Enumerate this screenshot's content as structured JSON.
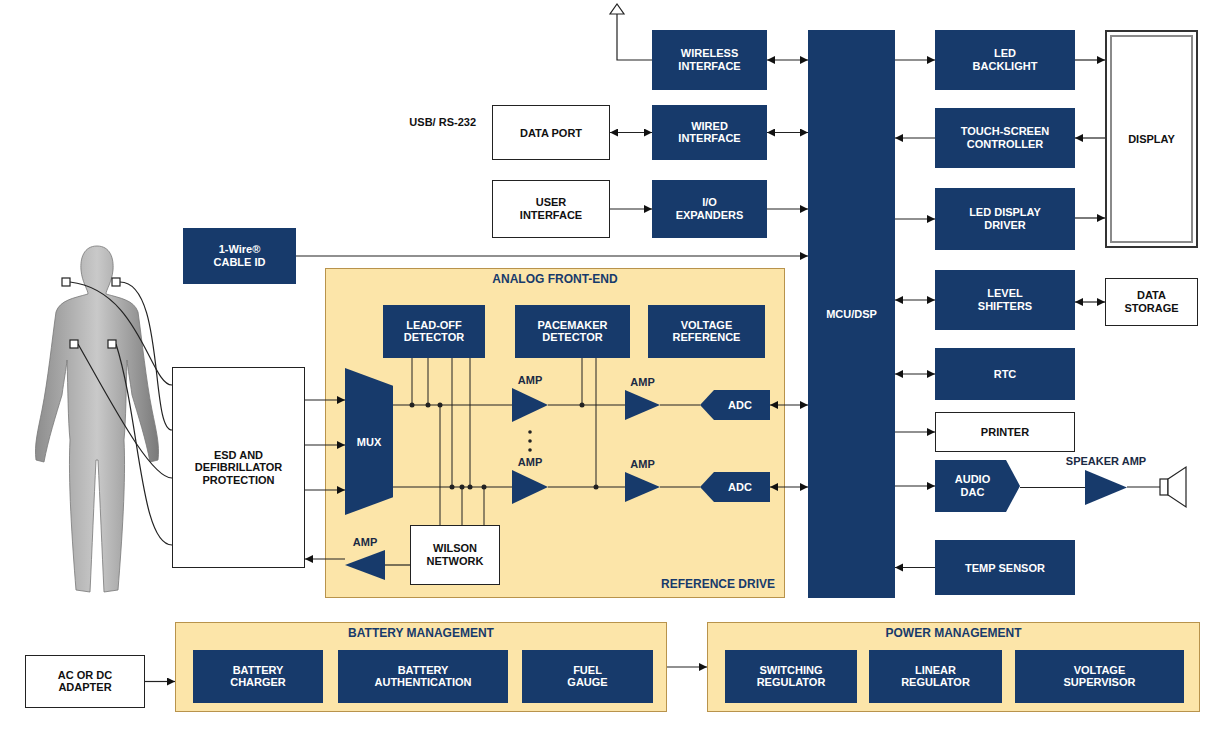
{
  "diagram": {
    "nodes": [
      {
        "text": [
          "WIRELESS INTERFACE"
        ]
      },
      {
        "text": [
          "DATA PORT"
        ]
      },
      {
        "text": [
          "WIRED INTERFACE"
        ]
      },
      {
        "text": [
          "USER INTERFACE"
        ]
      },
      {
        "text": [
          "I/O EXPANDERS"
        ]
      },
      {
        "text": [
          "1-Wire® CABLE ID"
        ]
      },
      {
        "text": [
          "MCU/DSP"
        ]
      },
      {
        "text": [
          "LED BACKLIGHT"
        ]
      },
      {
        "text": [
          "TOUCH-SCREEN CONTROLLER"
        ]
      },
      {
        "text": [
          "LED DISPLAY DRIVER"
        ]
      },
      {
        "text": [
          "DISPLAY"
        ]
      },
      {
        "text": [
          "LEVEL SHIFTERS"
        ]
      },
      {
        "text": [
          "DATA STORAGE"
        ]
      },
      {
        "text": [
          "RTC"
        ]
      },
      {
        "text": [
          "PRINTER"
        ]
      },
      {
        "text": [
          "AUDIO DAC"
        ]
      },
      {
        "text": [
          "SPEAKER AMP"
        ]
      },
      {
        "text": [
          "TEMP SENSOR"
        ]
      },
      {
        "text": [
          "ANALOG FRONT-END",
          "REFERENCE DRIVE"
        ]
      },
      {
        "text": [
          "LEAD-OFF DETECTOR"
        ],
        "in": 18
      },
      {
        "text": [
          "PACEMAKER DETECTOR"
        ],
        "in": 18
      },
      {
        "text": [
          "VOLTAGE REFERENCE"
        ],
        "in": 18
      },
      {
        "text": [
          "MUX"
        ],
        "in": 18
      },
      {
        "text": [
          "AMP"
        ],
        "in": 18
      },
      {
        "text": [
          "AMP"
        ],
        "in": 18
      },
      {
        "text": [
          "ADC"
        ],
        "in": 18
      },
      {
        "text": [
          "AMP"
        ],
        "in": 18
      },
      {
        "text": [
          "AMP"
        ],
        "in": 18
      },
      {
        "text": [
          "ADC"
        ],
        "in": 18
      },
      {
        "text": [
          "WILSON NETWORK"
        ],
        "in": 18
      },
      {
        "text": [
          "AMP"
        ],
        "in": 18
      },
      {
        "text": [
          "ESD AND DEFIBRILLATOR PROTECTION"
        ]
      },
      {
        "text": [
          "BATTERY MANAGEMENT"
        ]
      },
      {
        "text": [
          "BATTERY CHARGER"
        ],
        "in": 32
      },
      {
        "text": [
          "BATTERY AUTHENTICATION"
        ],
        "in": 32
      },
      {
        "text": [
          "FUEL GAUGE"
        ],
        "in": 32
      },
      {
        "text": [
          "POWER MANAGEMENT"
        ]
      },
      {
        "text": [
          "SWITCHING REGULATOR"
        ],
        "in": 36
      },
      {
        "text": [
          "LINEAR REGULATOR"
        ],
        "in": 36
      },
      {
        "text": [
          "VOLTAGE SUPERVISOR"
        ],
        "in": 36
      },
      {
        "text": [
          "AC OR DC ADAPTER"
        ]
      }
    ],
    "edges": [
      {
        "from": 1,
        "to": 2,
        "arrow": "both"
      },
      {
        "from": 2,
        "to": 6,
        "arrow": "both"
      },
      {
        "from": 0,
        "to": 6,
        "arrow": "both"
      },
      {
        "from": 3,
        "to": 4,
        "arrow": "to"
      },
      {
        "from": 4,
        "to": 6,
        "arrow": "to"
      },
      {
        "from": 5,
        "to": 6,
        "arrow": "to"
      },
      {
        "from": 6,
        "to": 7,
        "arrow": "to"
      },
      {
        "from": 7,
        "to": 10,
        "arrow": "to"
      },
      {
        "from": 10,
        "to": 8,
        "arrow": "to"
      },
      {
        "from": 8,
        "to": 6,
        "arrow": "to"
      },
      {
        "from": 6,
        "to": 9,
        "arrow": "to"
      },
      {
        "from": 9,
        "to": 10,
        "arrow": "to"
      },
      {
        "from": 6,
        "to": 11,
        "arrow": "both"
      },
      {
        "from": 11,
        "to": 12,
        "arrow": "both"
      },
      {
        "from": 6,
        "to": 13,
        "arrow": "both"
      },
      {
        "from": 6,
        "to": 14,
        "arrow": "to"
      },
      {
        "from": 6,
        "to": 15,
        "arrow": "to"
      },
      {
        "from": 15,
        "to": 16,
        "arrow": "none"
      },
      {
        "from": 17,
        "to": 6,
        "arrow": "to"
      },
      {
        "from": 31,
        "to": 22,
        "arrow": "to"
      },
      {
        "from": 31,
        "to": 22,
        "arrow": "to"
      },
      {
        "from": 31,
        "to": 22,
        "arrow": "to"
      },
      {
        "from": 22,
        "to": 23,
        "arrow": "none"
      },
      {
        "from": 23,
        "to": 24,
        "arrow": "none"
      },
      {
        "from": 24,
        "to": 25,
        "arrow": "none"
      },
      {
        "from": 25,
        "to": 6,
        "arrow": "both"
      },
      {
        "from": 22,
        "to": 26,
        "arrow": "none"
      },
      {
        "from": 26,
        "to": 27,
        "arrow": "none"
      },
      {
        "from": 27,
        "to": 28,
        "arrow": "none"
      },
      {
        "from": 28,
        "to": 6,
        "arrow": "both"
      },
      {
        "from": 29,
        "to": 30,
        "arrow": "none"
      },
      {
        "from": 30,
        "to": 31,
        "arrow": "to"
      },
      {
        "from": 40,
        "to": 32,
        "arrow": "to"
      },
      {
        "from": 32,
        "to": 36,
        "arrow": "to"
      }
    ],
    "labels": [
      "USB/ RS-232"
    ]
  }
}
